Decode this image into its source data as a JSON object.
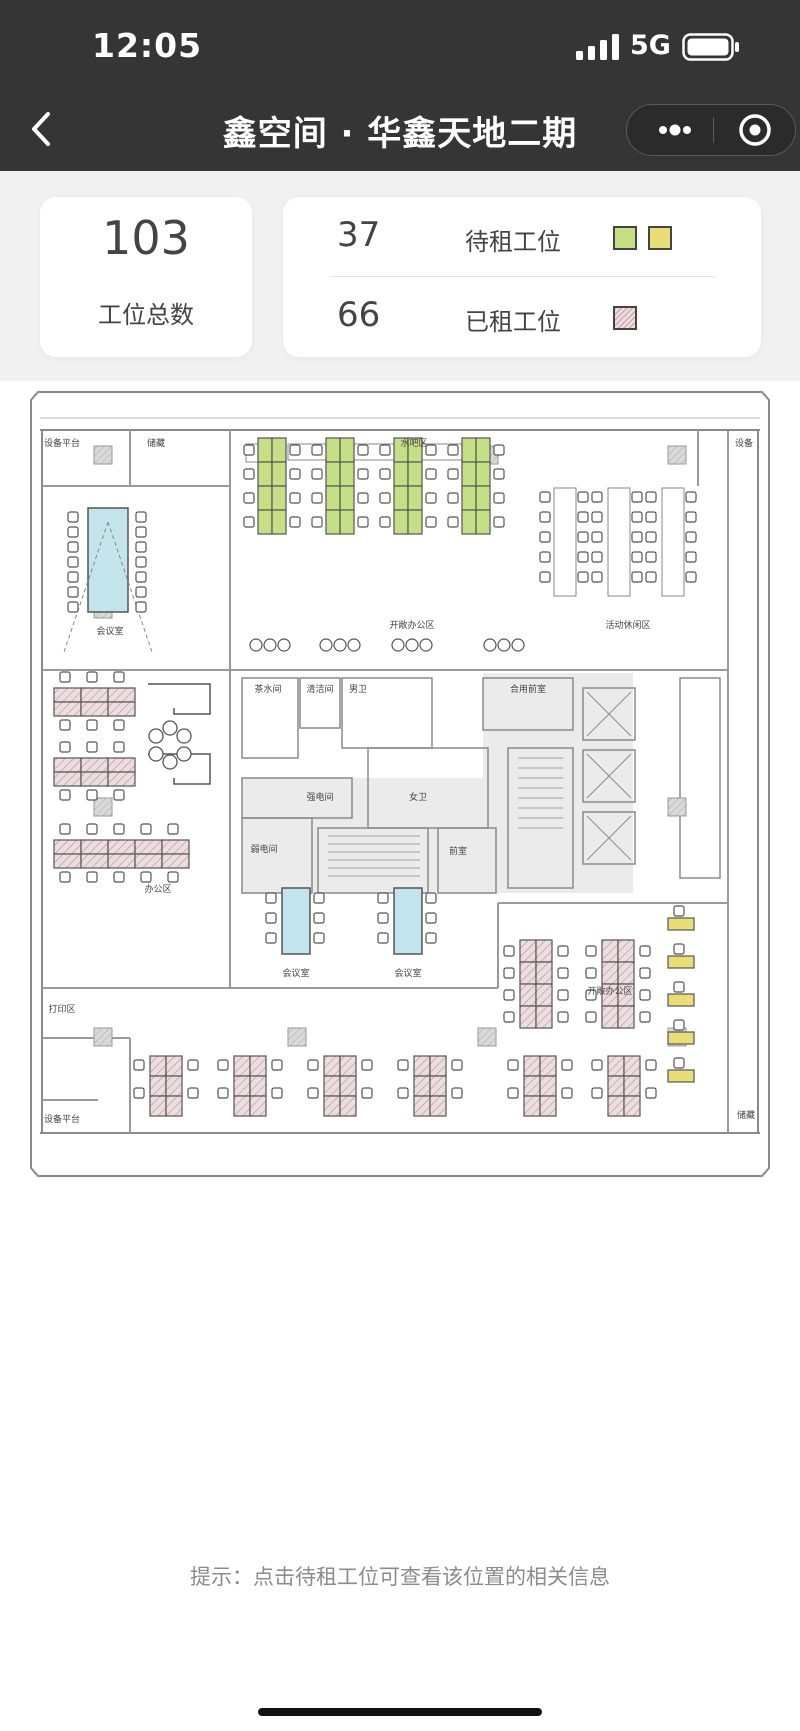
{
  "status_bar": {
    "time": "12:05",
    "network": "5G"
  },
  "nav": {
    "title": "鑫空间 · 华鑫天地二期"
  },
  "summary": {
    "total_count": "103",
    "total_label": "工位总数",
    "available_count": "37",
    "available_label": "待租工位",
    "rented_count": "66",
    "rented_label": "已租工位",
    "colors": {
      "available_a": "#c5df87",
      "available_b": "#e8dd76",
      "rented": "#ecdde0"
    }
  },
  "floorplan": {
    "labels": {
      "equipment_platform_top": "设备平台",
      "storage_top": "储藏",
      "water_bar": "水吧区",
      "equipment_right": "设备",
      "meeting_room_left": "会议室",
      "open_office_top": "开敞办公区",
      "leisure_area": "活动休闲区",
      "tea_room": "茶水间",
      "cleaning_room": "清洁间",
      "mens_wc": "男卫",
      "shared_lobby": "合用前室",
      "strong_current": "强电间",
      "womens_wc": "女卫",
      "weak_current": "弱电间",
      "front_room": "前室",
      "office_area": "办公区",
      "meeting_room_a": "会议室",
      "meeting_room_b": "会议室",
      "open_office_right": "开敞办公区",
      "print_area": "打印区",
      "equipment_platform_bottom": "设备平台",
      "storage_bottom": "储藏"
    }
  },
  "hint": "提示：点击待租工位可查看该位置的相关信息"
}
